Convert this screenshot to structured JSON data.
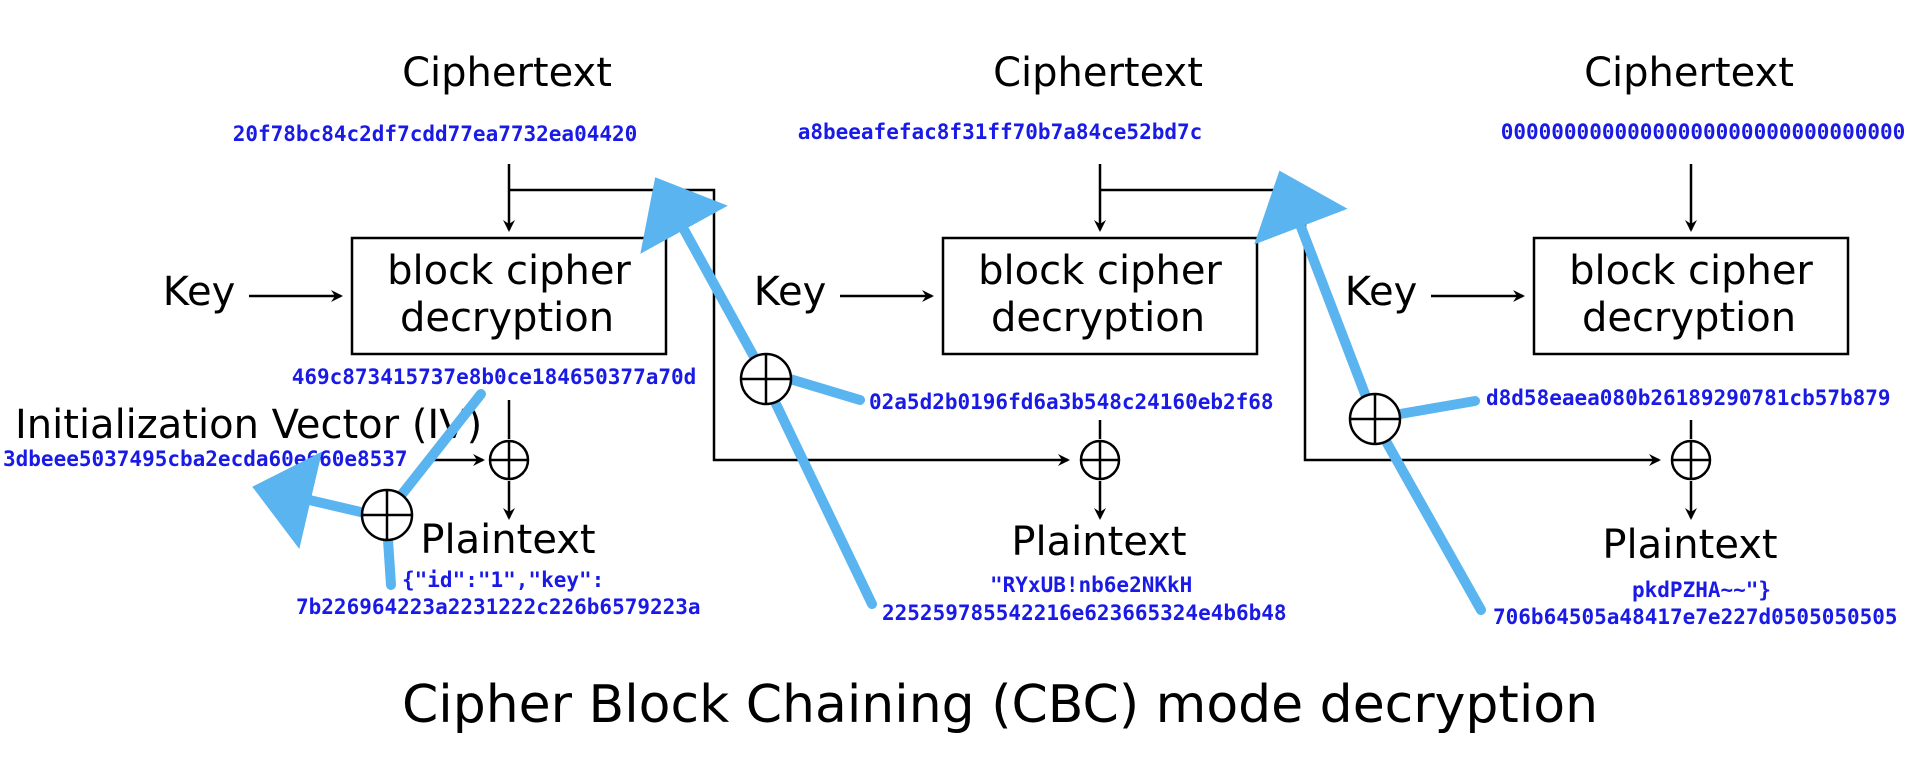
{
  "title": "Cipher Block Chaining (CBC) mode decryption",
  "labels": {
    "ciphertext": "Ciphertext",
    "key": "Key",
    "block_line1": "block cipher",
    "block_line2": "decryption",
    "plaintext": "Plaintext",
    "iv": "Initialization Vector (IV)"
  },
  "colors": {
    "annotation_text": "#1a1ae6",
    "arrow": "#5ab4f0"
  },
  "annotations": {
    "iv_hex": "3dbeee5037495cba2ecda60e660e8537",
    "blocks": [
      {
        "ciphertext_hex": "20f78bc84c2df7cdd77ea7732ea04420",
        "decrypted_hex": "469c873415737e8b0ce184650377a70d",
        "plaintext_text": "{\"id\":\"1\",\"key\":",
        "plaintext_hex": "7b226964223a2231222c226b6579223a"
      },
      {
        "ciphertext_hex": "a8beeafefac8f31ff70b7a84ce52bd7c",
        "decrypted_hex": "02a5d2b0196fd6a3b548c24160eb2f68",
        "plaintext_text": "\"RYxUB!nb6e2NKkH",
        "plaintext_hex": "225259785542216e623665324e4b6b48"
      },
      {
        "ciphertext_hex": "00000000000000000000000000000000",
        "decrypted_hex": "d8d58eaea080b26189290781cb57b879",
        "plaintext_text": "pkdPZHA~~\"}",
        "plaintext_hex": "706b64505a48417e7e227d0505050505"
      }
    ]
  }
}
